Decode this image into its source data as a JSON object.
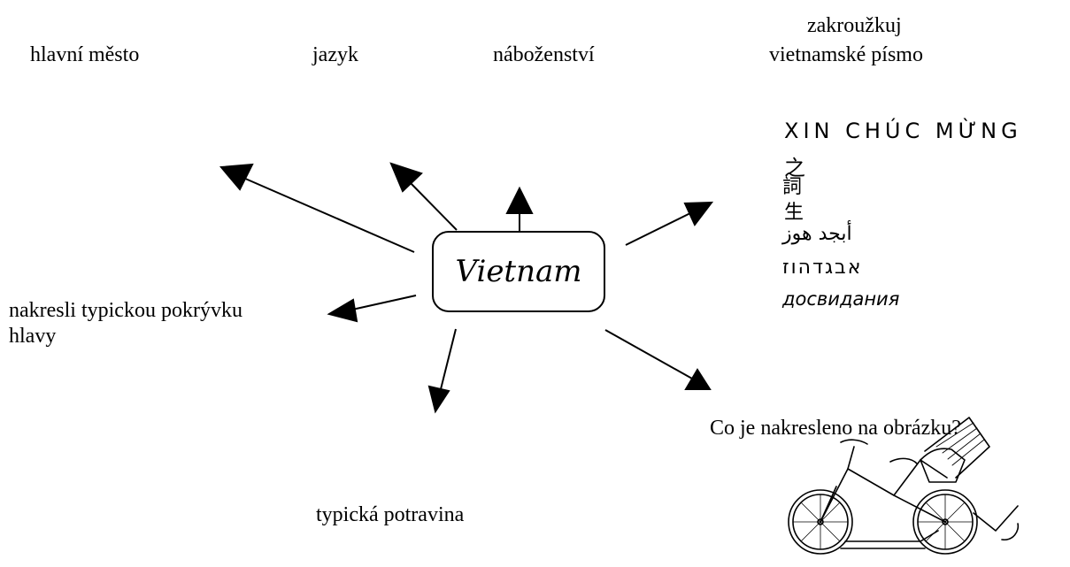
{
  "center": {
    "label": "Vietnam"
  },
  "labels": {
    "capital": "hlavní město",
    "language": "jazyk",
    "religion": "náboženství",
    "script_prompt_line1": "zakroužkuj",
    "script_prompt_line2": "vietnamské písmo",
    "headwear_line1": "nakresli typickou pokrývku",
    "headwear_line2": "hlavy",
    "food": "typická potravina",
    "picture_question": "Co je nakresleno na obrázku?"
  },
  "script_samples": {
    "vietnamese": "XIN CHÚC MỪNG",
    "chinese_1": "之",
    "chinese_2": "詞",
    "chinese_3": "生",
    "arabic": "أبجد هوز",
    "hebrew": "אבגדהוז",
    "russian": "досвидания"
  },
  "picture": {
    "icon": "bicycle-rickshaw-icon"
  }
}
